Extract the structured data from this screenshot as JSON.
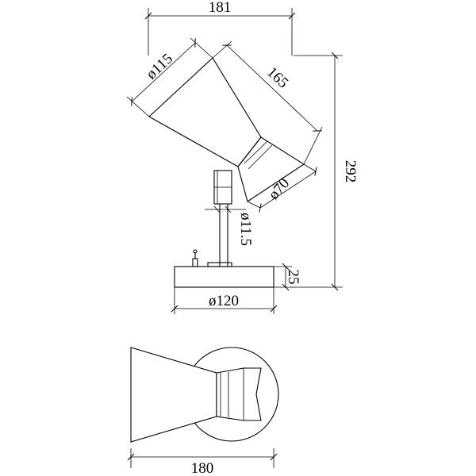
{
  "drawing": {
    "dimensions": {
      "top_width": "181",
      "shade_diameter": "ø115",
      "arm_length": "165",
      "total_height": "292",
      "shade_neck_diameter": "ø70",
      "stem_diameter": "ø11.5",
      "base_height": "25",
      "base_diameter": "ø120",
      "bottom_width": "180"
    }
  }
}
